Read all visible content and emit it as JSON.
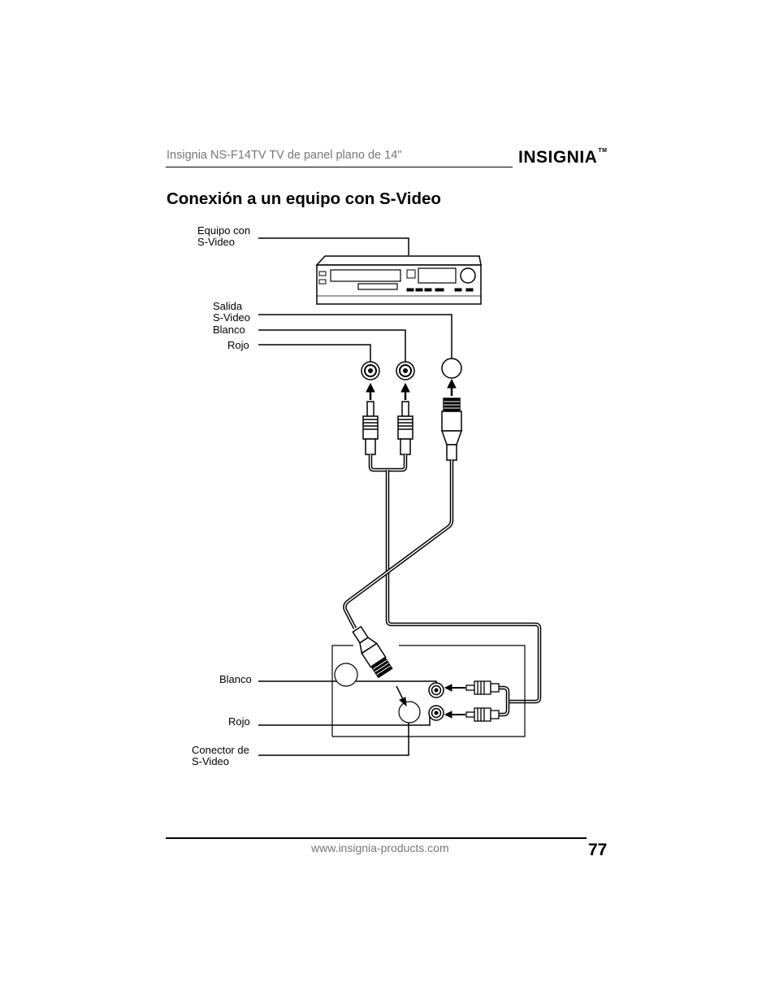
{
  "header": {
    "title": "Insignia NS-F14TV TV de panel plano de 14\"",
    "logo_text": "INSIGNIA",
    "logo_tm": "TM"
  },
  "section": {
    "title": "Conexión a un equipo con S-Video"
  },
  "diagram": {
    "labels": {
      "device_line1": "Equipo con",
      "device_line2": "S-Video",
      "output_line1": "Salida",
      "output_line2": "S-Video",
      "white_top": "Blanco",
      "red_top": "Rojo",
      "white_bottom": "Blanco",
      "red_bottom": "Rojo",
      "connector_line1": "Conector de",
      "connector_line2": "S-Video"
    }
  },
  "footer": {
    "url": "www.insignia-products.com",
    "page_number": "77"
  }
}
